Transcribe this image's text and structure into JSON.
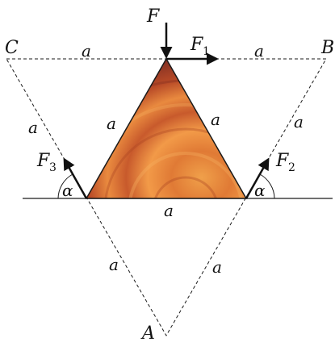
{
  "figure": {
    "points": {
      "A": "A",
      "B": "B",
      "C": "C"
    },
    "force_top_symbol": "F",
    "forces": [
      {
        "symbol": "F",
        "subscript": "1"
      },
      {
        "symbol": "F",
        "subscript": "2"
      },
      {
        "symbol": "F",
        "subscript": "3"
      }
    ],
    "angle_symbol": "α",
    "side_symbol": "a",
    "colors": {
      "line": "#1a1a1a",
      "wood_light": "#e58a3a",
      "wood_mid": "#c8552a",
      "wood_dark": "#5a1d1a"
    }
  }
}
